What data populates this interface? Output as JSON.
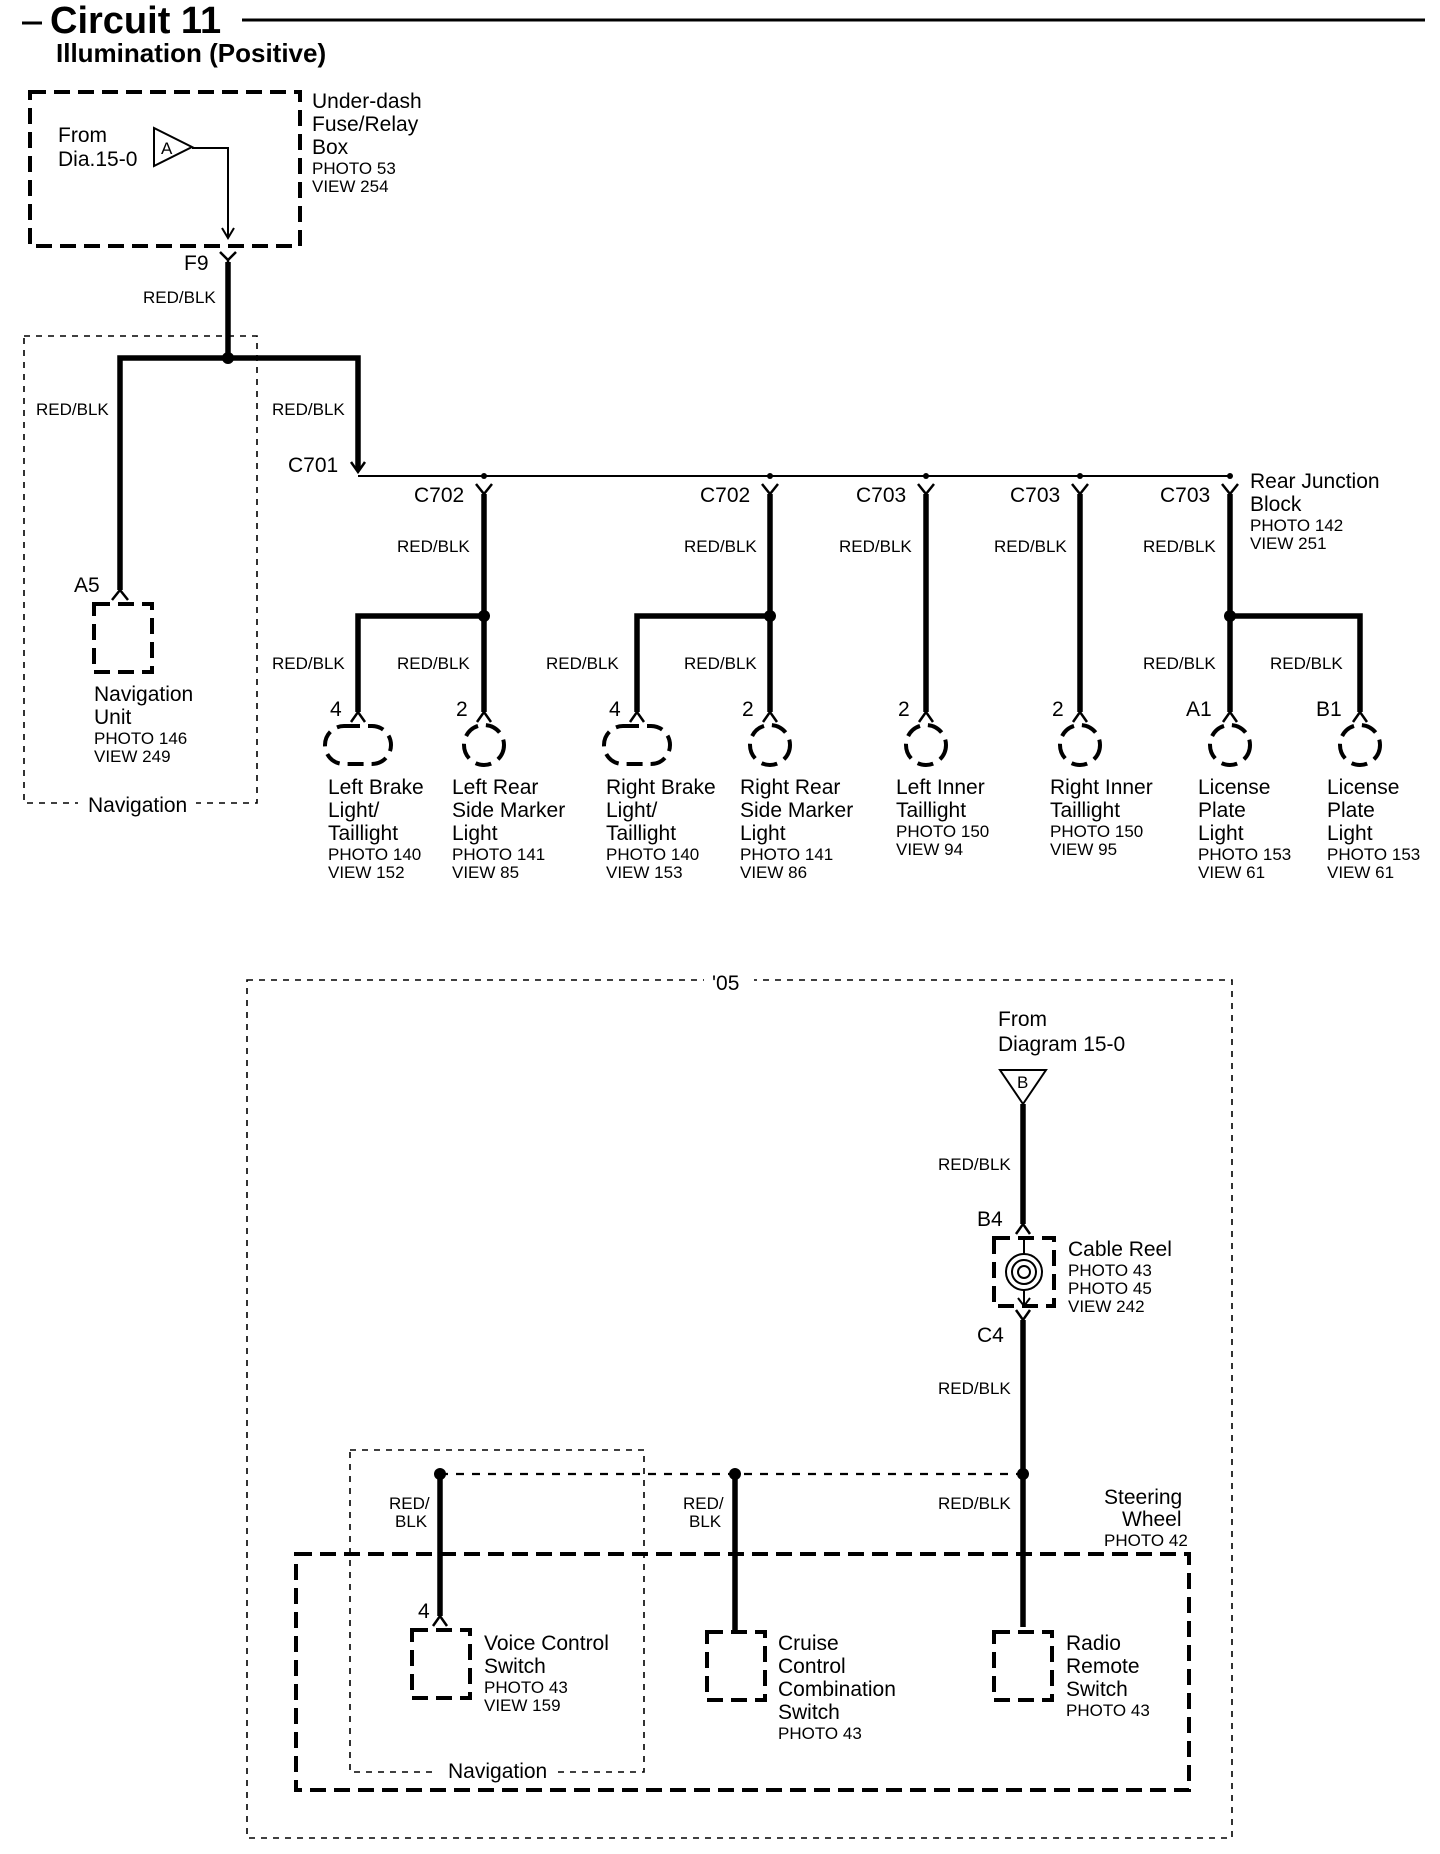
{
  "header": {
    "title": "Circuit 11",
    "subtitle": "Illumination (Positive)"
  },
  "fuse_box": {
    "from_line1": "From",
    "from_line2": "Dia.15-0",
    "ref_letter": "A",
    "name_line1": "Under-dash",
    "name_line2": "Fuse/Relay",
    "name_line3": "Box",
    "photo": "PHOTO 53",
    "view": "VIEW 254",
    "terminal": "F9"
  },
  "wire_color": "RED/BLK",
  "wire_color_split": [
    "RED/",
    "BLK"
  ],
  "navigation": {
    "region_label": "Navigation",
    "pin": "A5",
    "name_line1": "Navigation",
    "name_line2": "Unit",
    "photo": "PHOTO 146",
    "view": "VIEW 249"
  },
  "connectors": {
    "c701": "C701",
    "c702": "C702",
    "c703": "C703"
  },
  "junction_block": {
    "name_line1": "Rear Junction",
    "name_line2": "Block",
    "photo": "PHOTO 142",
    "view": "VIEW 251"
  },
  "lights": [
    {
      "pin": "4",
      "l1": "Left Brake",
      "l2": "Light/",
      "l3": "Taillight",
      "photo": "PHOTO 140",
      "view": "VIEW 152"
    },
    {
      "pin": "2",
      "l1": "Left Rear",
      "l2": "Side Marker",
      "l3": "Light",
      "photo": "PHOTO 141",
      "view": "VIEW 85"
    },
    {
      "pin": "4",
      "l1": "Right Brake",
      "l2": "Light/",
      "l3": "Taillight",
      "photo": "PHOTO 140",
      "view": "VIEW 153"
    },
    {
      "pin": "2",
      "l1": "Right Rear",
      "l2": "Side Marker",
      "l3": "Light",
      "photo": "PHOTO 141",
      "view": "VIEW 86"
    },
    {
      "pin": "2",
      "l1": "Left Inner",
      "l2": "Taillight",
      "l3": "",
      "photo": "PHOTO 150",
      "view": "VIEW 94"
    },
    {
      "pin": "2",
      "l1": "Right Inner",
      "l2": "Taillight",
      "l3": "",
      "photo": "PHOTO 150",
      "view": "VIEW 95"
    },
    {
      "pin": "A1",
      "l1": "License",
      "l2": "Plate",
      "l3": "Light",
      "photo": "PHOTO 153",
      "view": "VIEW 61"
    },
    {
      "pin": "B1",
      "l1": "License",
      "l2": "Plate",
      "l3": "Light",
      "photo": "PHOTO 153",
      "view": "VIEW 61"
    }
  ],
  "model_year": {
    "label": "'05"
  },
  "lower_source": {
    "from_line1": "From",
    "from_line2": "Diagram 15-0",
    "ref_letter": "B"
  },
  "cable_reel": {
    "pin_in": "B4",
    "pin_out": "C4",
    "name": "Cable Reel",
    "photo1": "PHOTO 43",
    "photo2": "PHOTO 45",
    "view": "VIEW 242"
  },
  "steering_wheel": {
    "name_line1": "Steering",
    "name_line2": "Wheel",
    "photo": "PHOTO 42"
  },
  "switches": {
    "voice": {
      "pin": "4",
      "l1": "Voice Control",
      "l2": "Switch",
      "photo": "PHOTO 43",
      "view": "VIEW 159"
    },
    "cruise": {
      "l1": "Cruise",
      "l2": "Control",
      "l3": "Combination",
      "l4": "Switch",
      "photo": "PHOTO 43"
    },
    "radio": {
      "l1": "Radio",
      "l2": "Remote",
      "l3": "Switch",
      "photo": "PHOTO 43"
    }
  },
  "lower_navigation": {
    "region_label": "Navigation"
  }
}
